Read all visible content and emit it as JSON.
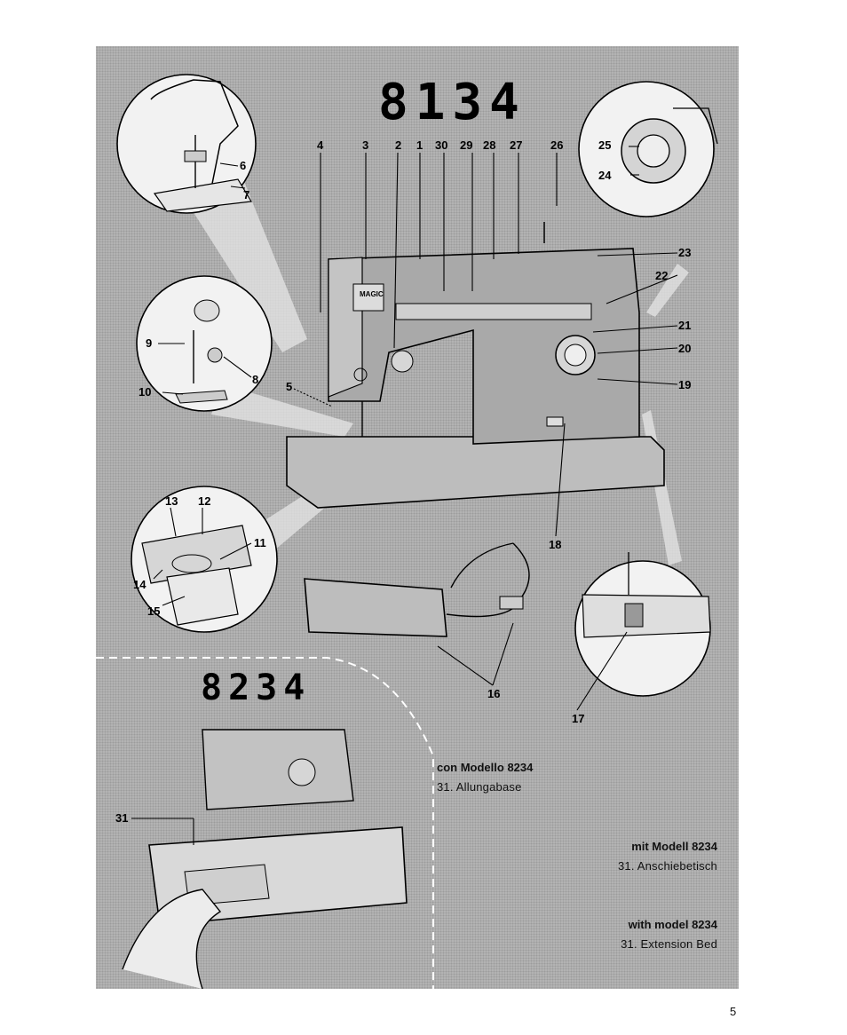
{
  "header": {
    "model_main": "8134",
    "model_ext": "8234"
  },
  "machine": {
    "brand_label": "MAGIC"
  },
  "callouts": [
    "1",
    "2",
    "3",
    "4",
    "5",
    "6",
    "7",
    "8",
    "9",
    "10",
    "11",
    "12",
    "13",
    "14",
    "15",
    "16",
    "17",
    "18",
    "19",
    "20",
    "21",
    "22",
    "23",
    "24",
    "25",
    "26",
    "27",
    "28",
    "29",
    "30",
    "31"
  ],
  "model_notes": [
    {
      "title": "con Modello 8234",
      "item": "31. Allungabase"
    },
    {
      "title": "mit Modell 8234",
      "item": "31. Anschiebetisch"
    },
    {
      "title": "with model 8234",
      "item": "31. Extension Bed"
    }
  ],
  "page_number": "5",
  "colors": {
    "panel": "#b3b3b3",
    "machine_body": "#a9a9a9",
    "ink": "#000000",
    "circle_fill": "#f2f2f2"
  }
}
